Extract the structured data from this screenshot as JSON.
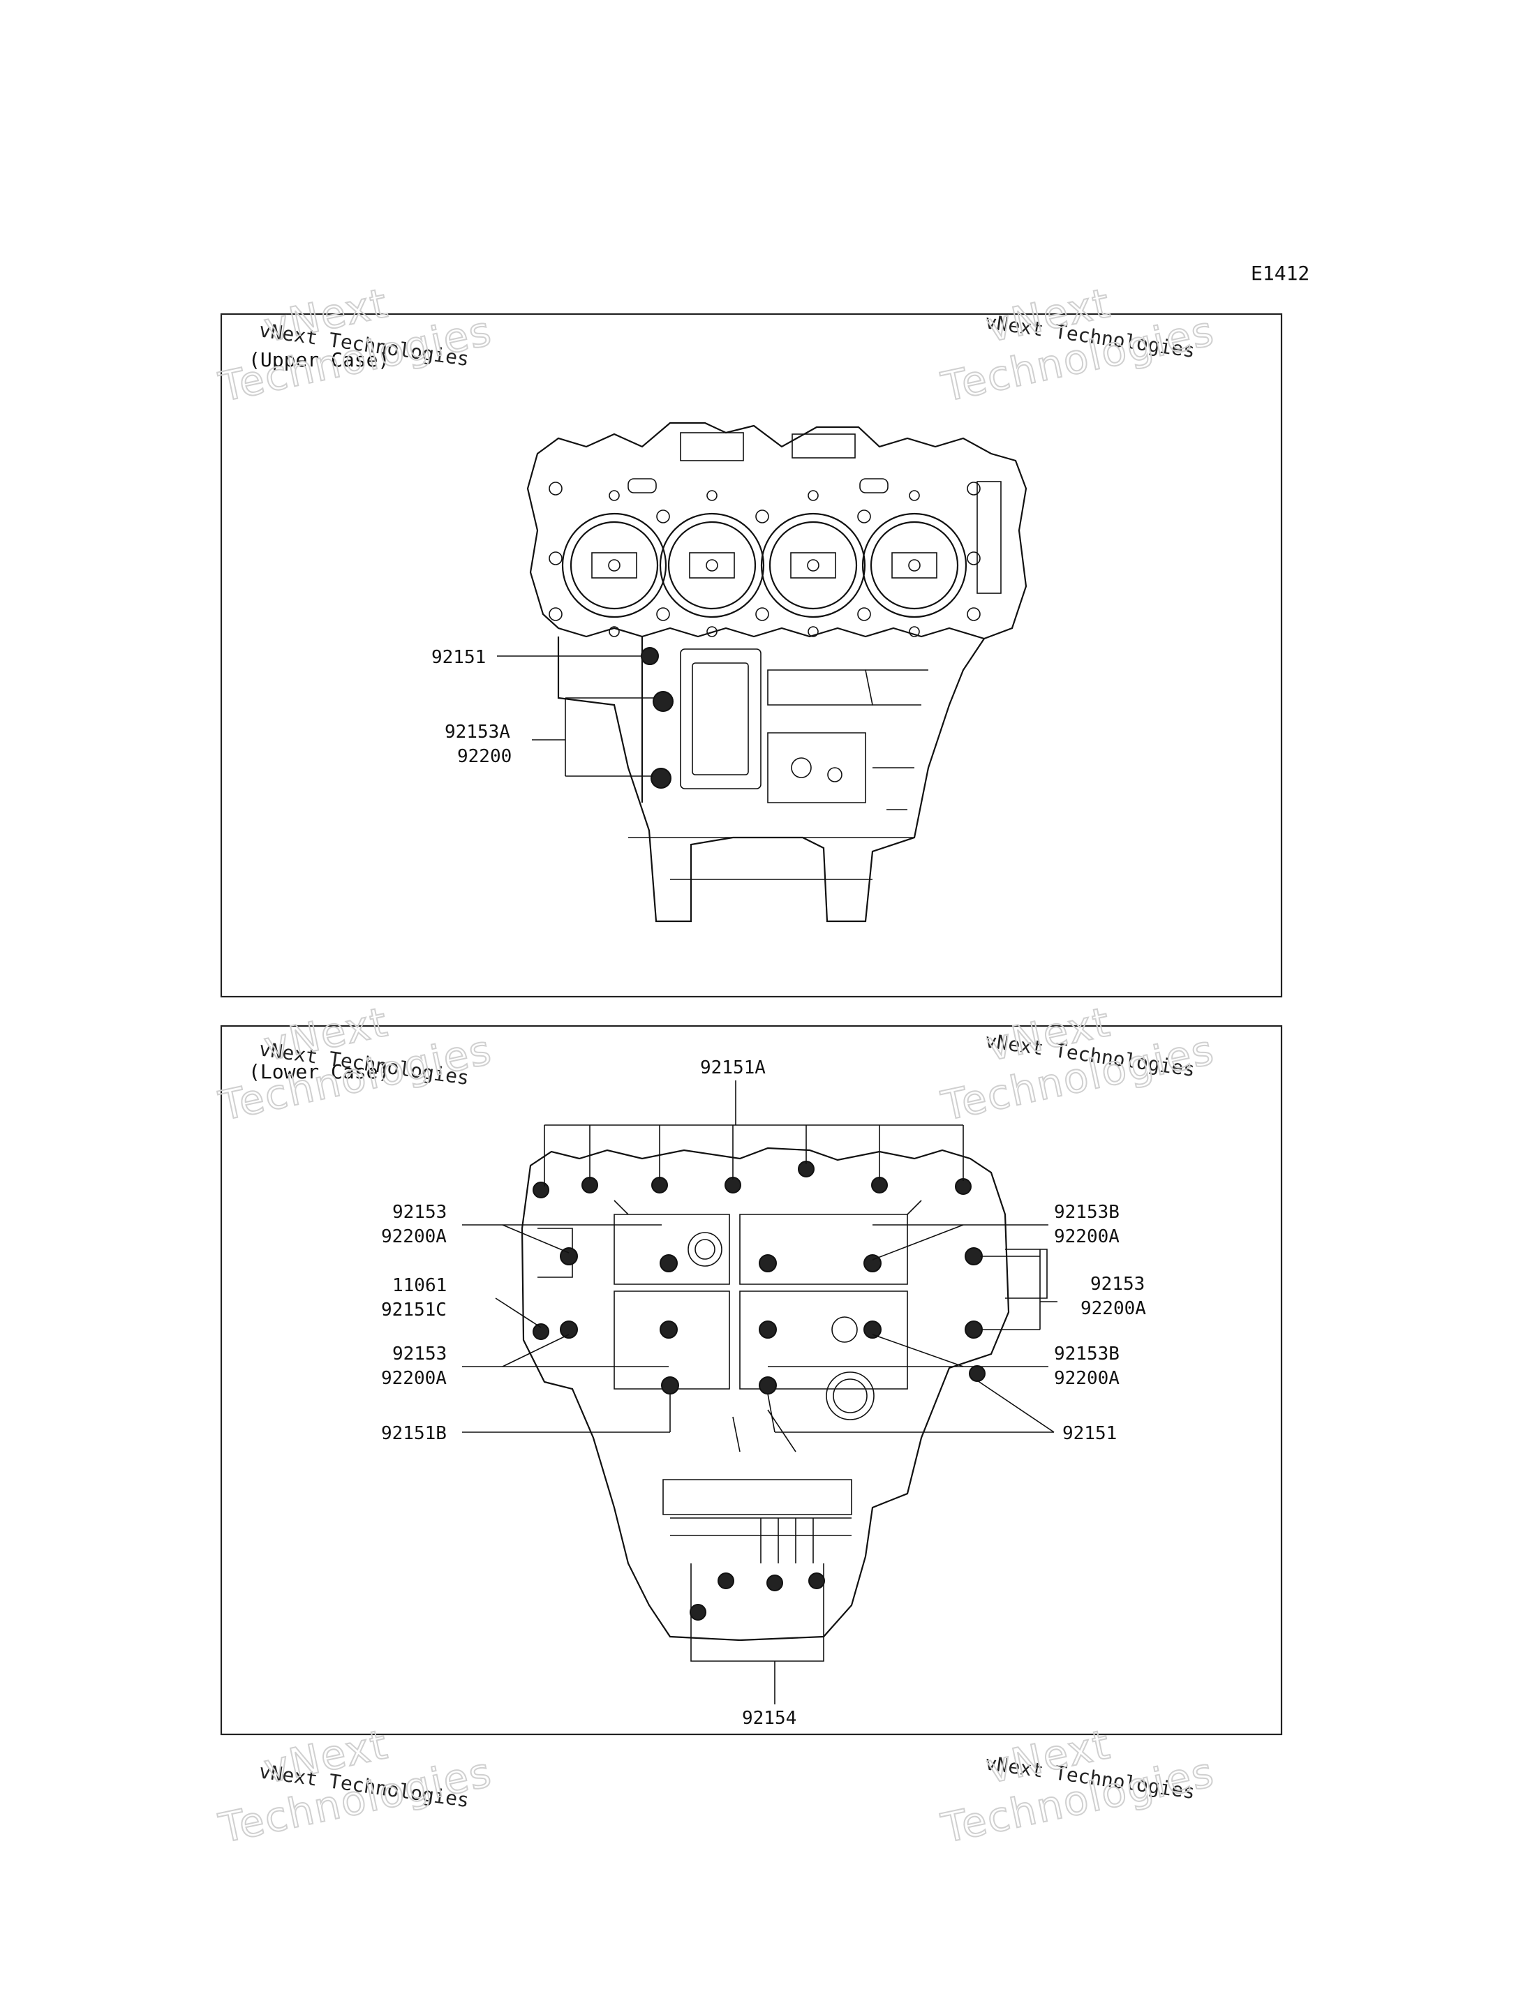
{
  "diagram_code": "E1412",
  "panels": {
    "upper": {
      "caption": "(Upper Case)"
    },
    "lower": {
      "caption": "(Lower Case)"
    }
  },
  "watermark": {
    "line1": "vNext Technologies",
    "big1": "vNext",
    "big2": "Technologies"
  },
  "upper_labels": {
    "p92151": "92151",
    "p92153A": "92153A",
    "p92200": "92200"
  },
  "lower_labels": {
    "p92151A": "92151A",
    "p92153_a": "92153",
    "p92200A_a": "92200A",
    "p11061": "11061",
    "p92151C": "92151C",
    "p92153_b": "92153",
    "p92200A_b": "92200A",
    "p92151B": "92151B",
    "p92153B_a": "92153B",
    "p92200A_c": "92200A",
    "p92153_c": "92153",
    "p92200A_d": "92200A",
    "p92153B_b": "92153B",
    "p92200A_e": "92200A",
    "p92151": "92151",
    "p92154": "92154"
  }
}
